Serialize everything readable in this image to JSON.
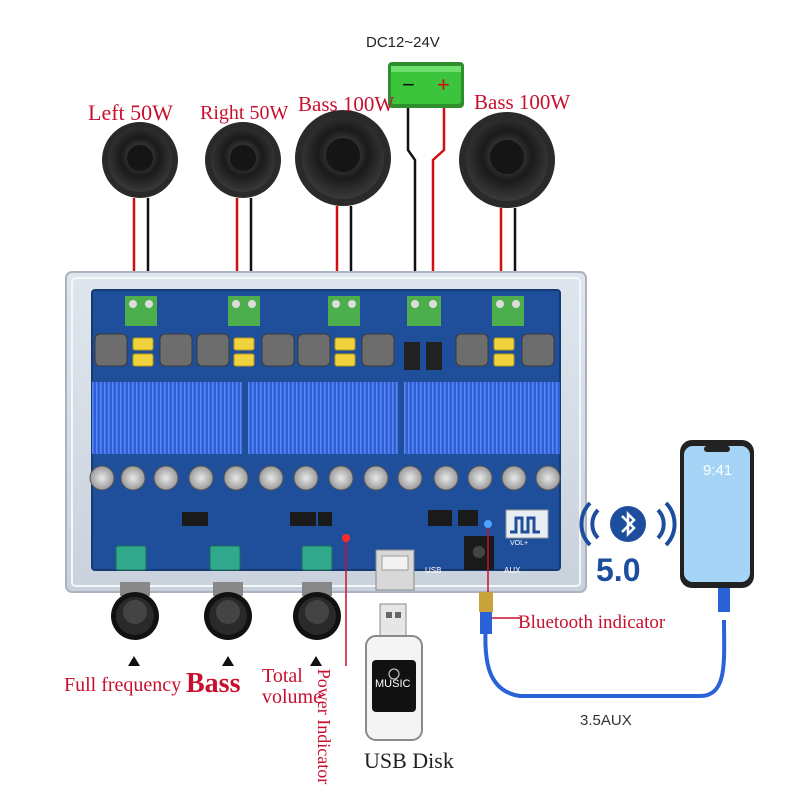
{
  "power_supply": {
    "label": "DC12~24V",
    "minus": "−",
    "plus": "+"
  },
  "speakers": [
    {
      "label": "Left 50W"
    },
    {
      "label": "Right 50W"
    },
    {
      "label": "Bass 100W"
    },
    {
      "label": "Bass 100W"
    }
  ],
  "knobs": [
    {
      "label": "Full frequency"
    },
    {
      "label": "Bass"
    },
    {
      "label": "Total volume"
    }
  ],
  "power_indicator": {
    "label": "Power Indicator"
  },
  "bluetooth": {
    "version": "5.0",
    "indicator_label": "Bluetooth indicator"
  },
  "usb_disk": {
    "label": "USB Disk",
    "stick_text": "MUSIC"
  },
  "aux": {
    "label": "3.5AUX"
  },
  "phone": {
    "time": "9:41"
  },
  "board_silkscreen": {
    "usb": "USB",
    "aux": "AUX",
    "vol": "VOL+"
  },
  "colors": {
    "label_red": "#c8102e",
    "heatsink_blue": "#2f5fd6",
    "pcb_blue": "#1f4f9a",
    "battery_green": "#3cc43c",
    "bluetooth_blue": "#1d4e9e",
    "cable_blue": "#2a63d8"
  }
}
